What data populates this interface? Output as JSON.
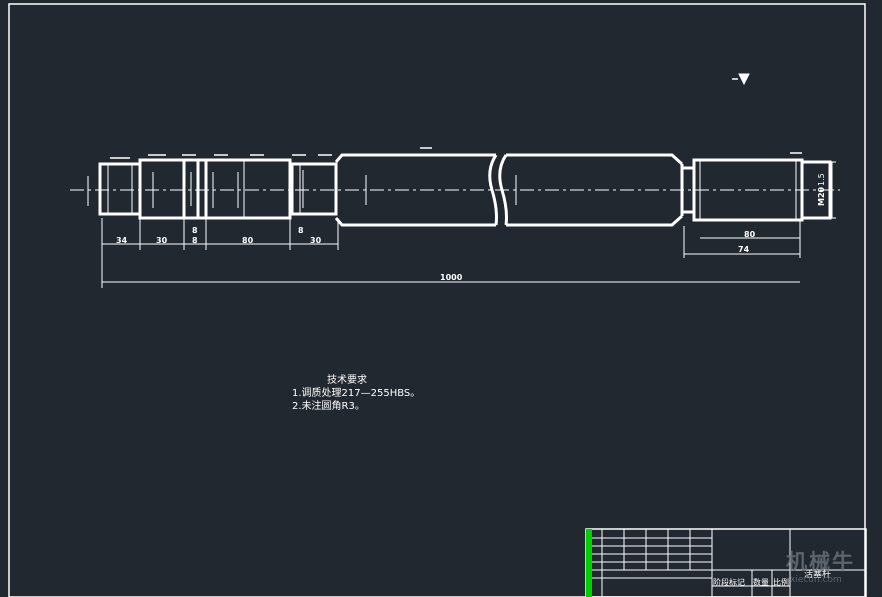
{
  "tech_requirements": {
    "title": "技术要求",
    "line1": "1.调质处理217—255HBS。",
    "line2": "2.未注圆角R3。"
  },
  "dimensions": {
    "overall_length": "1000",
    "seg1": "34",
    "seg2": "30",
    "seg3": "8",
    "seg4": "8",
    "seg5": "80",
    "seg6": "8",
    "seg7": "30",
    "right_seg": "80",
    "right_total": "74",
    "thread": "M20",
    "thread_fit": "1.5"
  },
  "title_block": {
    "part_name": "活塞杆",
    "header_cells": [
      "阶段标记",
      "数量",
      "比例"
    ]
  },
  "watermark": {
    "main": "机械牛",
    "sub": "xiecun.com"
  },
  "colors": {
    "background": "#212830",
    "lines": "#ffffff",
    "accent": "#00d000"
  }
}
